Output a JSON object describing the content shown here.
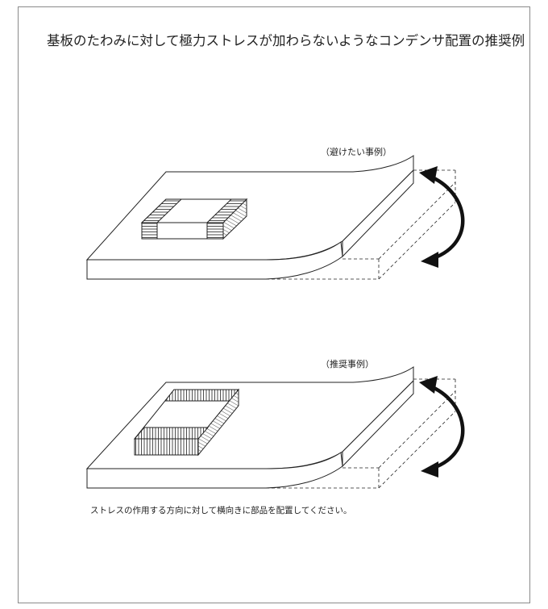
{
  "title": "基板のたわみに対して極力ストレスが加わらないようなコンデンサ配置の推奨例",
  "examples": [
    {
      "id": "avoid",
      "label": "（避けたい事例）"
    },
    {
      "id": "recommended",
      "label": "（推奨事例）"
    }
  ],
  "caption": "ストレスの作用する方向に対して横向きに部品を配置してください。",
  "colors": {
    "line": "#222222",
    "frame": "#8a8a8a",
    "arrow": "#111111"
  },
  "icons": [
    "bend-arrow-icon"
  ]
}
